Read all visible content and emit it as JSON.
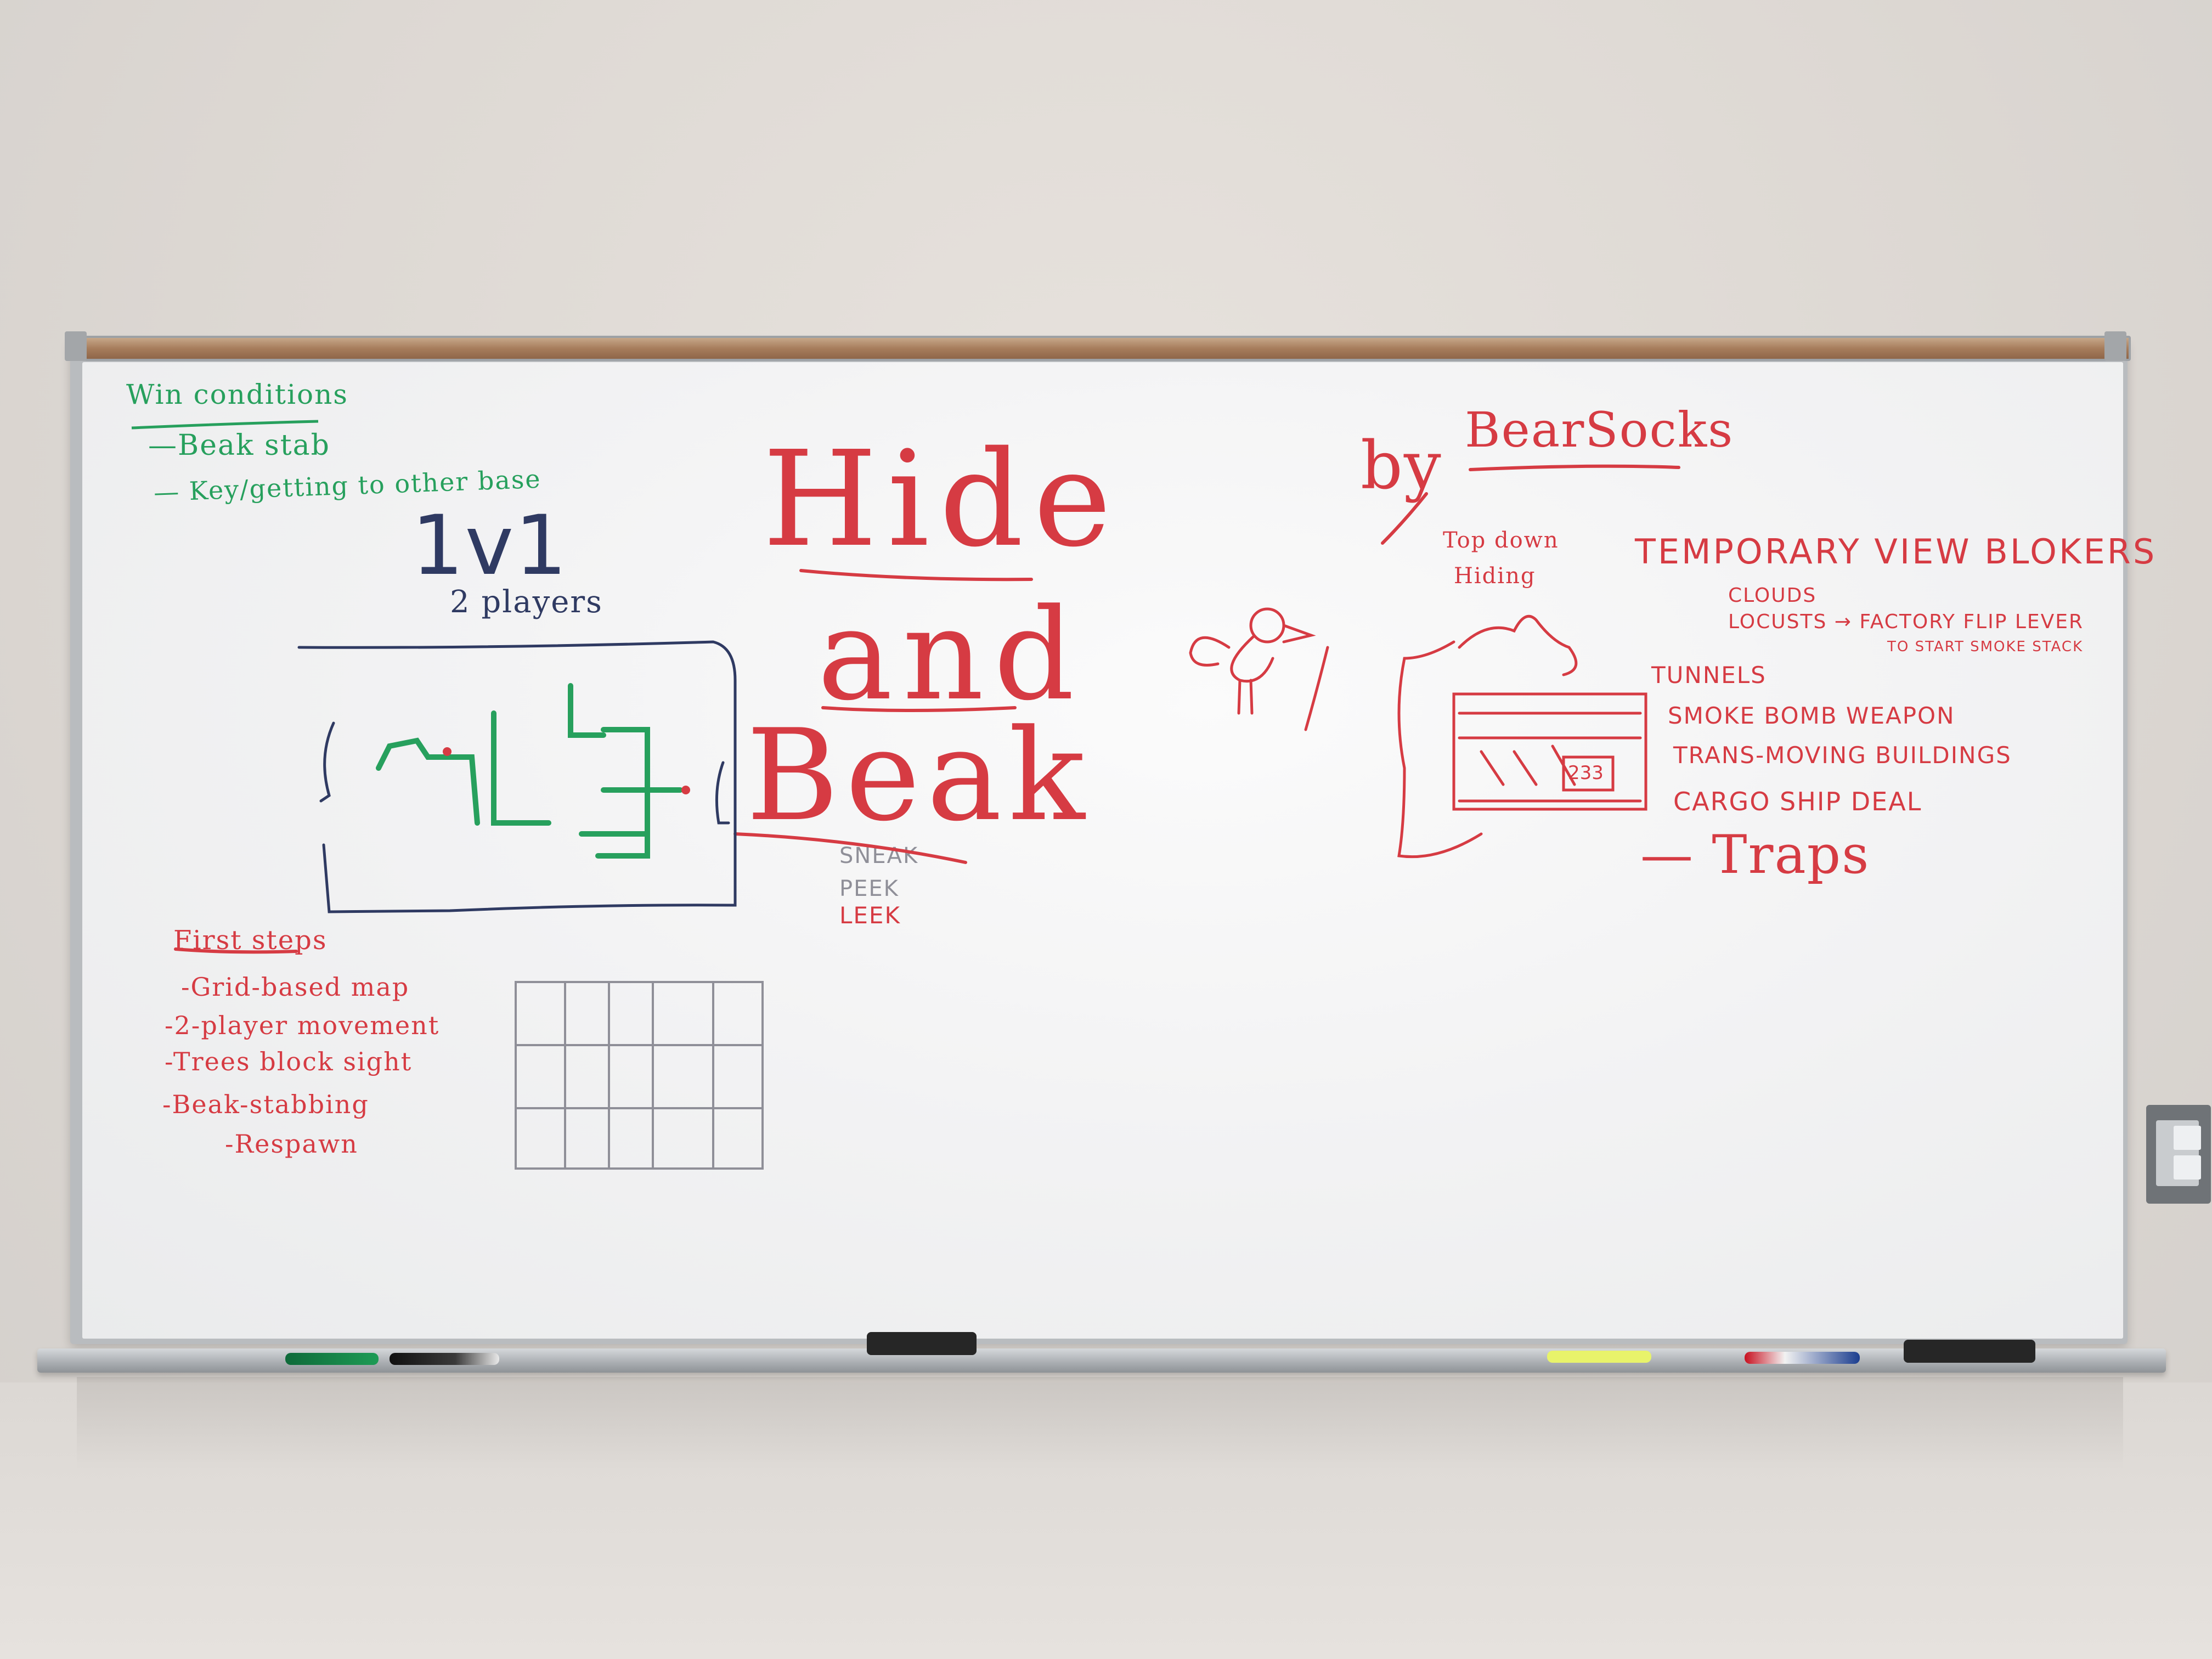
{
  "whiteboard": {
    "title": [
      "Hide",
      "and",
      "Beak"
    ],
    "subtitle_words": [
      "SNEAK",
      "PEEK",
      "LEEK"
    ],
    "byline": [
      "by",
      "BearSocks"
    ],
    "win_conditions": {
      "heading": "Win conditions",
      "items": [
        "—Beak stab",
        "— Key/getting to other base"
      ]
    },
    "mode": {
      "heading": "1v1",
      "sub": "2 players"
    },
    "first_steps": {
      "heading": "First steps",
      "items": [
        "-Grid-based map",
        "-2-player movement",
        "-Trees block sight",
        "-Beak-stabbing",
        "-Respawn"
      ]
    },
    "sketch_note": [
      "Top down",
      "Hiding"
    ],
    "ideas": {
      "heading": "TEMPORARY VIEW BLOKERS",
      "sub_items": [
        "CLOUDS",
        "LOCUSTS → FACTORY FLIP LEVER",
        "TO START SMOKE STACK"
      ],
      "items": [
        "TUNNELS",
        "SMOKE BOMB WEAPON",
        "TRANS-MOVING BUILDINGS",
        "CARGO SHIP DEAL",
        "— Traps"
      ],
      "building_sign": "233"
    }
  },
  "colors": {
    "red_marker": "#d63b43",
    "green_marker": "#27a05d",
    "navy_marker": "#2f3a62",
    "grey_pencil": "#8f8f98"
  }
}
